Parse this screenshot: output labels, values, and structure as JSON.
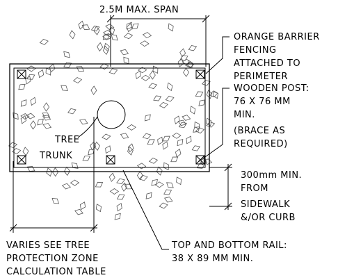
{
  "labels": {
    "span": "2.5M MAX. SPAN",
    "orange_barrier": [
      "ORANGE BARRIER",
      "FENCING",
      "ATTACHED TO",
      "PERIMETER"
    ],
    "wooden_post": [
      "WOODEN POST:",
      "76 X 76 MM",
      "MIN.",
      "(BRACE AS",
      "REQUIRED)"
    ],
    "tree_trunk": [
      "TREE",
      "TRUNK"
    ],
    "setback": [
      "300mm MIN.",
      "FROM",
      "SIDEWALK",
      "&/OR CURB"
    ],
    "varies": [
      "VARIES SEE TREE",
      "PROTECTION ZONE",
      "CALCULATION TABLE"
    ],
    "rail": [
      "TOP AND BOTTOM RAIL:",
      "38 X 89 MM MIN."
    ]
  }
}
